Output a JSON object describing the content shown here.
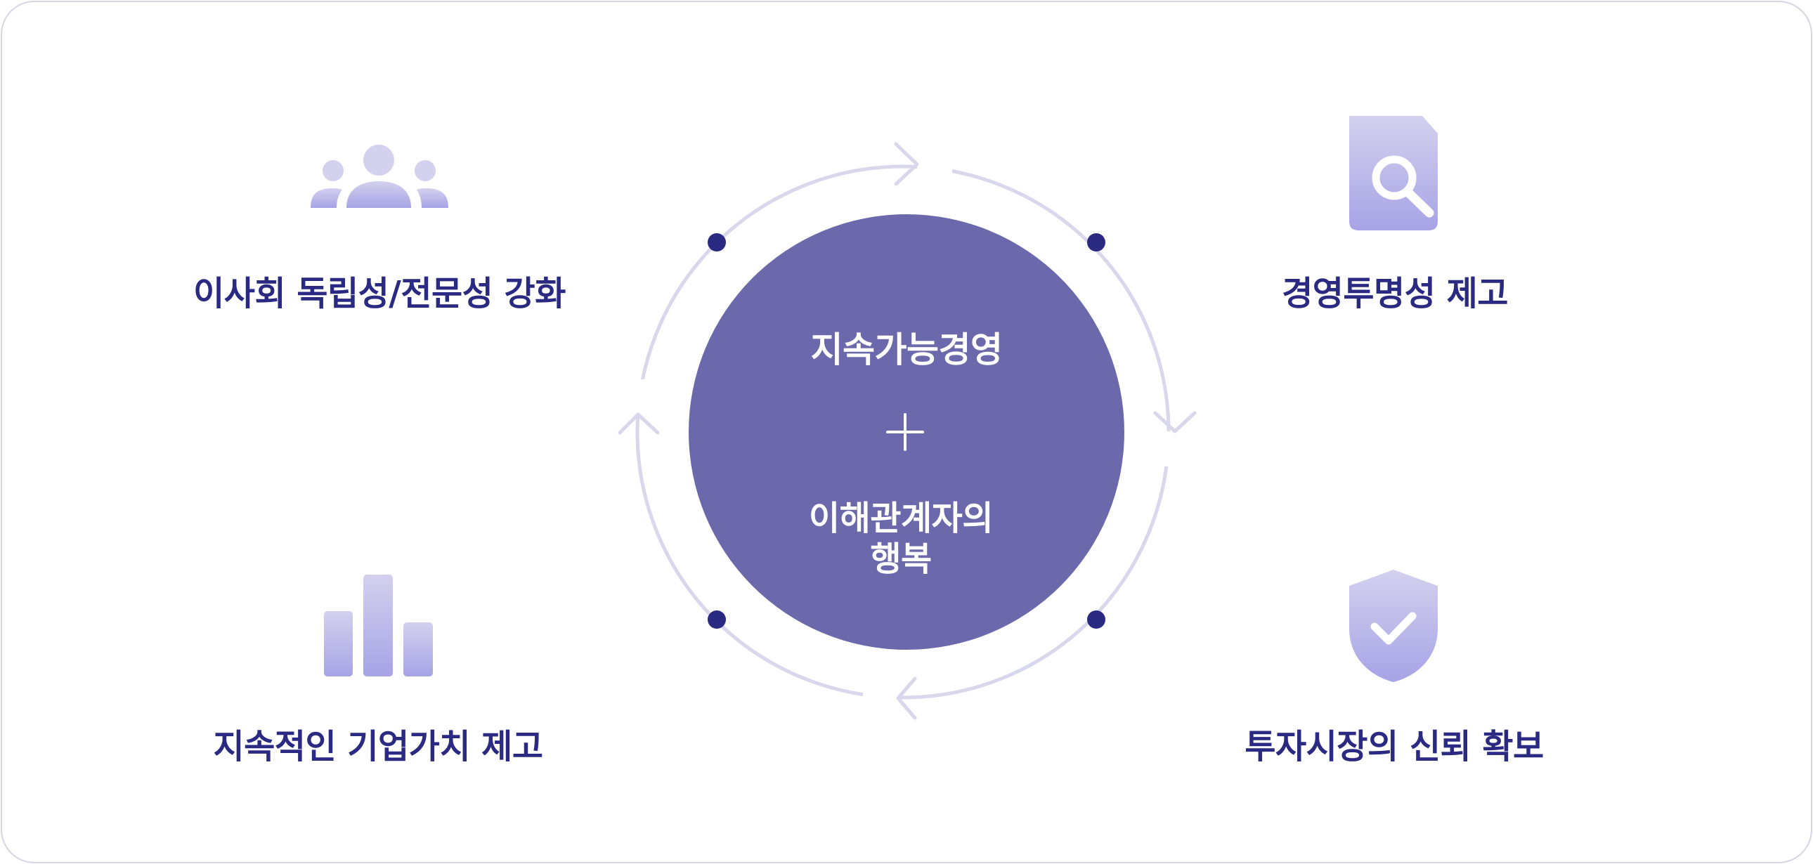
{
  "center": {
    "top_label": "지속가능경영",
    "plus": "+",
    "bottom_line1": "이해관계자의",
    "bottom_line2": "행복"
  },
  "items": [
    {
      "label": "이사회 독립성/전문성 강화",
      "icon": "people-group-icon"
    },
    {
      "label": "경영투명성 제고",
      "icon": "document-search-icon"
    },
    {
      "label": "지속적인 기업가치 제고",
      "icon": "bar-chart-icon"
    },
    {
      "label": "투자시장의 신뢰 확보",
      "icon": "shield-check-icon"
    }
  ],
  "colors": {
    "circle_fill": "#6b69ac",
    "label_text": "#2b2a82",
    "dot": "#2b2a82",
    "ring": "#d9d7ec",
    "icon_light": "#cfcdec",
    "icon_dark": "#a7a3e6"
  }
}
